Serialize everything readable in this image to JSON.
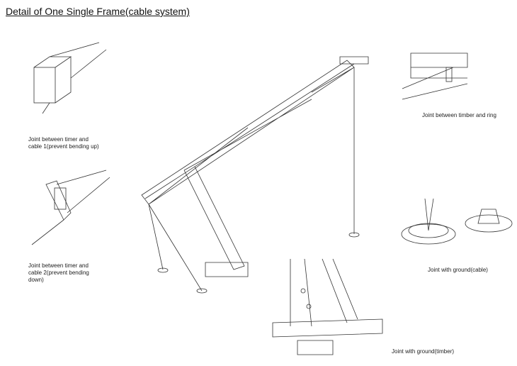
{
  "title": "Detail of One Single Frame(cable system)",
  "labels": {
    "joint1": "Joint between timer and cable 1(prevent bending up)",
    "joint2": "Joint between timer and cable 2(prevent bending down)",
    "ring": "Joint between timber and ring",
    "ground_cable": "Joint with ground(cable)",
    "ground_timber": "Joint with ground(timber)"
  }
}
